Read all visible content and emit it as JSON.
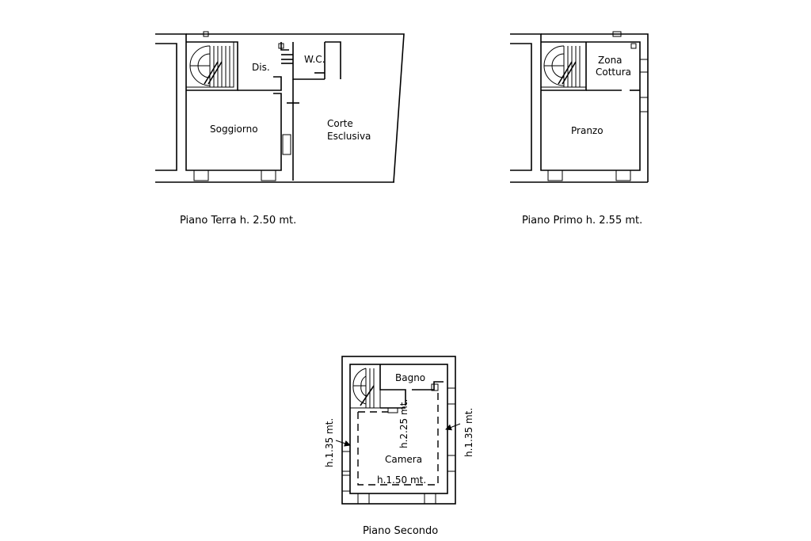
{
  "plans": {
    "ground": {
      "caption": "Piano Terra h. 2.50 mt.",
      "rooms": {
        "dis": "Dis.",
        "wc": "W.C.",
        "soggiorno": "Soggiorno",
        "corte_1": "Corte",
        "corte_2": "Esclusiva"
      }
    },
    "first": {
      "caption": "Piano Primo h. 2.55 mt.",
      "rooms": {
        "zona": "Zona",
        "cottura": "Cottura",
        "pranzo": "Pranzo"
      }
    },
    "second": {
      "caption": "Piano Secondo",
      "rooms": {
        "bagno": "Bagno",
        "camera": "Camera"
      },
      "heights": {
        "left": "h.1.35 mt.",
        "right": "h.1.35 mt.",
        "center": "h.2.25 mt.",
        "bottom": "h.1.50 mt."
      }
    }
  }
}
